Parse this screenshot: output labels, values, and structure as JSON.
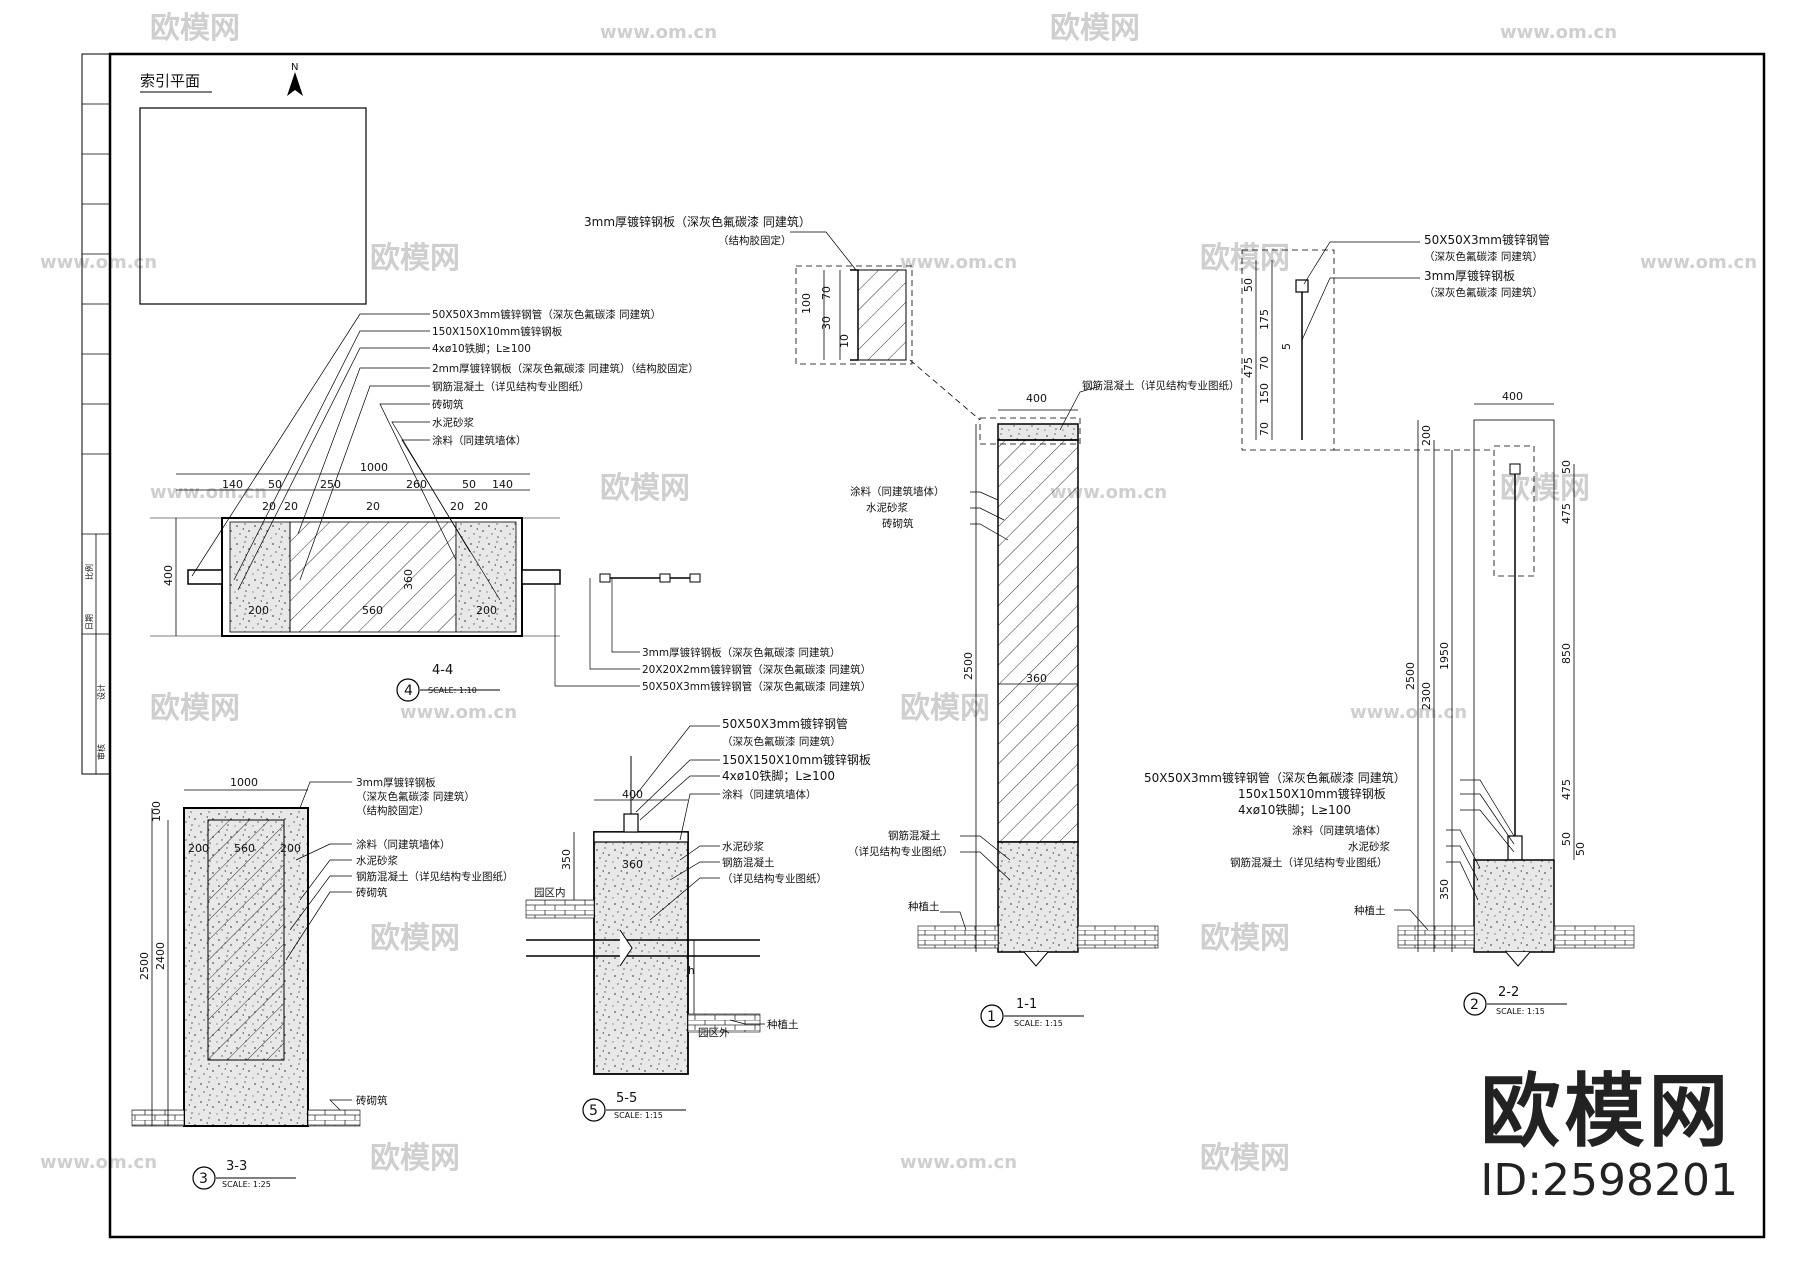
{
  "watermark": {
    "brand": "欧模网",
    "site": "www.om.cn"
  },
  "brand": {
    "name": "欧模网",
    "id": "ID:2598201"
  },
  "index_plan": {
    "title": "索引平面",
    "north": "N"
  },
  "title_block": {
    "lines": [
      "比例",
      "日期",
      "设计",
      "审核"
    ]
  },
  "s44": {
    "number": "4",
    "title": "4-4",
    "scale": "SCALE:  1:10",
    "notes_top": [
      "50X50X3mm镀锌钢管（深灰色氟碳漆 同建筑）",
      "150X150X10mm镀锌钢板",
      "4xø10铁脚；L≥100",
      "2mm厚镀锌钢板（深灰色氟碳漆 同建筑）（结构胶固定）",
      "钢筋混凝土（详见结构专业图纸）",
      "砖砌筑",
      "水泥砂浆",
      "涂料（同建筑墙体）"
    ],
    "notes_bottom": [
      "3mm厚镀锌钢板（深灰色氟碳漆 同建筑）",
      "20X20X2mm镀锌钢管（深灰色氟碳漆 同建筑）",
      "50X50X3mm镀锌钢管（深灰色氟碳漆 同建筑）"
    ],
    "dims": [
      "1000",
      "140",
      "50",
      "250",
      "260",
      "50",
      "140",
      "20",
      "20",
      "20",
      "20",
      "20",
      "400",
      "200",
      "560",
      "200",
      "360"
    ]
  },
  "s33": {
    "number": "3",
    "title": "3-3",
    "scale": "SCALE:  1:25",
    "notes": [
      "3mm厚镀锌钢板",
      "（深灰色氟碳漆 同建筑）",
      "（结构胶固定）",
      "涂料（同建筑墙体）",
      "水泥砂浆",
      "钢筋混凝土（详见结构专业图纸）",
      "砖砌筑",
      "砖砌筑"
    ],
    "dims": [
      "1000",
      "100",
      "200",
      "560",
      "200",
      "2500",
      "2400"
    ]
  },
  "s55": {
    "number": "5",
    "title": "5-5",
    "scale": "SCALE:  1:15",
    "notes": [
      "50X50X3mm镀锌钢管",
      "（深灰色氟碳漆 同建筑）",
      "150X150X10mm镀锌钢板",
      "4xø10铁脚；L≥100",
      "涂料（同建筑墙体）",
      "水泥砂浆",
      "钢筋混凝土",
      "（详见结构专业图纸）",
      "种植土"
    ],
    "labels": [
      "园区内",
      "园区外",
      "h"
    ],
    "dims": [
      "400",
      "350",
      "360"
    ]
  },
  "s11": {
    "number": "1",
    "title": "1-1",
    "scale": "SCALE:  1:15",
    "detail_notes": [
      "3mm厚镀锌钢板（深灰色氟碳漆 同建筑）",
      "（结构胶固定）"
    ],
    "notes": [
      "钢筋混凝土（详见结构专业图纸）",
      "涂料（同建筑墙体）",
      "水泥砂浆",
      "砖砌筑",
      "钢筋混凝土",
      "（详见结构专业图纸）",
      "种植土"
    ],
    "dims": [
      "100",
      "70",
      "30",
      "10",
      "400",
      "2500",
      "360"
    ]
  },
  "s22": {
    "number": "2",
    "title": "2-2",
    "scale": "SCALE:  1:15",
    "detail_notes": [
      "50X50X3mm镀锌钢管",
      "（深灰色氟碳漆 同建筑）",
      "3mm厚镀锌钢板",
      "（深灰色氟碳漆 同建筑）"
    ],
    "notes": [
      "50X50X3mm镀锌钢管（深灰色氟碳漆 同建筑）",
      "150x150X10mm镀锌钢板",
      "4xø10铁脚；L≥100",
      "涂料（同建筑墙体）",
      "水泥砂浆",
      "钢筋混凝土（详见结构专业图纸）",
      "种植土"
    ],
    "dims_detail": [
      "50",
      "175",
      "5",
      "70",
      "150",
      "70",
      "475"
    ],
    "dims": [
      "400",
      "200",
      "2500",
      "2300",
      "1950",
      "350",
      "50",
      "475",
      "850",
      "475",
      "50",
      "50"
    ]
  }
}
